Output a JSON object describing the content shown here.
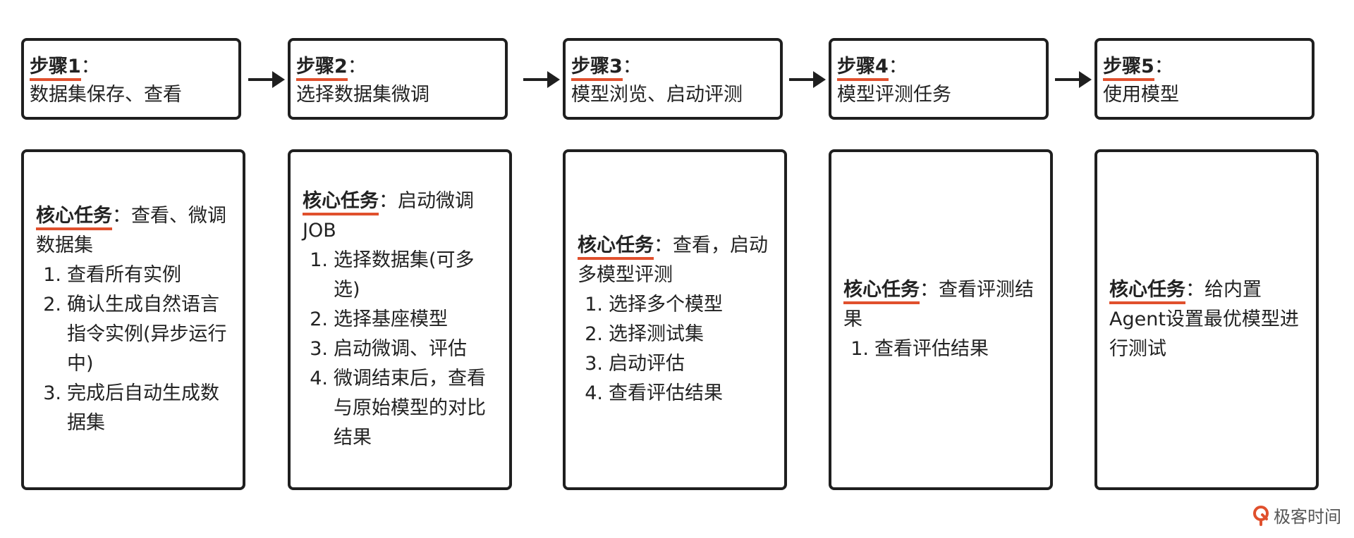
{
  "colors": {
    "accent": "#e0502d",
    "border": "#1f1f1f",
    "text": "#222222"
  },
  "steps": [
    {
      "title": "步骤1",
      "colon": "：",
      "desc": "数据集保存、查看",
      "task_title": "核心任务",
      "task_colon": "：",
      "task_summary": "查看、微调数据集",
      "items": [
        {
          "num": "1.",
          "text": "查看所有实例"
        },
        {
          "num": "2.",
          "text": "确认生成自然语言指令实例(异步运行中)"
        },
        {
          "num": "3.",
          "text": "完成后自动生成数据集"
        }
      ]
    },
    {
      "title": "步骤2",
      "colon": "：",
      "desc": "选择数据集微调",
      "task_title": "核心任务",
      "task_colon": "：",
      "task_summary": "启动微调JOB",
      "items": [
        {
          "num": "1.",
          "text": "选择数据集(可多选)"
        },
        {
          "num": "2.",
          "text": "选择基座模型"
        },
        {
          "num": "3.",
          "text": "启动微调、评估"
        },
        {
          "num": "4.",
          "text": "微调结束后，查看与原始模型的对比结果"
        }
      ]
    },
    {
      "title": "步骤3",
      "colon": "：",
      "desc": "模型浏览、启动评测",
      "task_title": "核心任务",
      "task_colon": "：",
      "task_summary": "查看，启动多模型评测",
      "items": [
        {
          "num": "1.",
          "text": "选择多个模型"
        },
        {
          "num": "2.",
          "text": "选择测试集"
        },
        {
          "num": "3.",
          "text": "启动评估"
        },
        {
          "num": "4.",
          "text": "查看评估结果"
        }
      ]
    },
    {
      "title": "步骤4",
      "colon": "：",
      "desc": "模型评测任务",
      "task_title": "核心任务",
      "task_colon": "：",
      "task_summary": "查看评测结果",
      "items": [
        {
          "num": "1.",
          "text": "查看评估结果"
        }
      ]
    },
    {
      "title": "步骤5",
      "colon": "：",
      "desc": "使用模型",
      "task_title": "核心任务",
      "task_colon": "：",
      "task_summary": "给内置Agent设置最优模型进行测试",
      "items": []
    }
  ],
  "logo": {
    "text": "极客时间",
    "icon": "geektime-logo-icon"
  }
}
